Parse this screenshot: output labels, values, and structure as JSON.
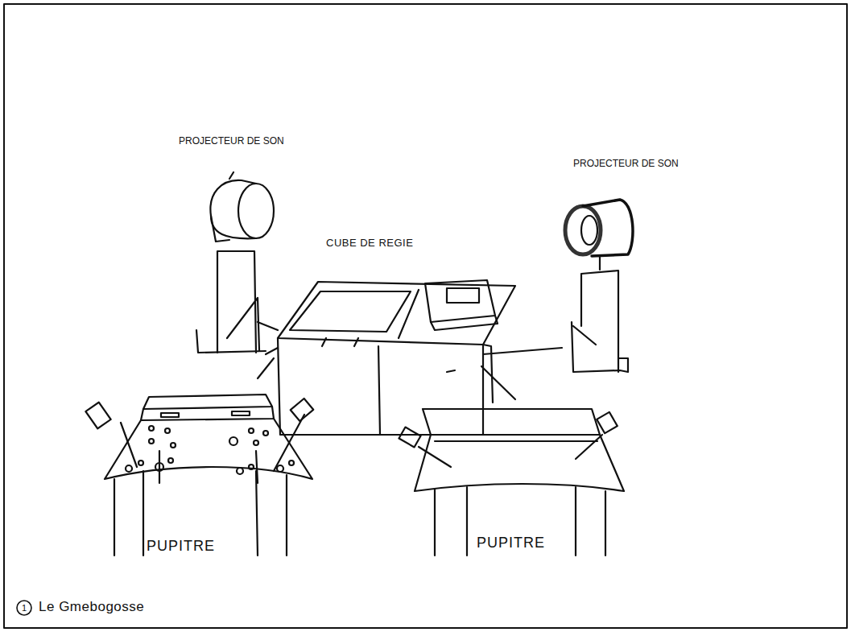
{
  "diagram": {
    "caption": "Le Gmebogosse",
    "labels": [
      "PROJECTEUR DE SON",
      "PROJECTEUR DE SON",
      "CUBE DE REGIE",
      "PUPITRE",
      "PUPITRE",
      "1"
    ]
  }
}
